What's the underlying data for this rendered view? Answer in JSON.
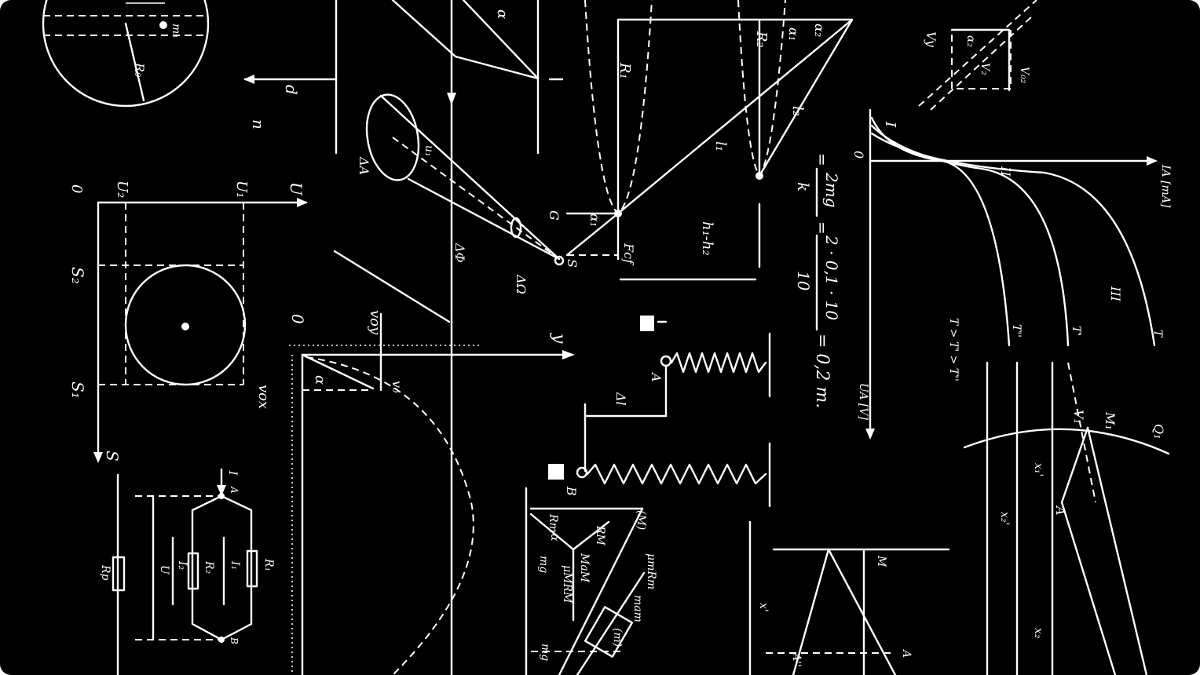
{
  "image": {
    "description_colors": {
      "background": "#000000",
      "ink": "#ffffff",
      "page": "#ffffff"
    }
  },
  "labels": {
    "u_axis": "U",
    "u1": "U₁",
    "u2": "U₂",
    "zero_a": "0",
    "s_axis": "S",
    "s1": "S₁",
    "s2": "S₂",
    "r0": "R₀",
    "m1": "m₁",
    "d": "d",
    "n": "n",
    "dA": "ΔA",
    "dphi": "ΔΦ",
    "dOmega": "ΔΩ",
    "u_t": "u₁",
    "alpha_cone": "α",
    "R1": "R₁",
    "R2": "R₂",
    "a1": "α₁",
    "a2": "α₂",
    "l1": "l₁",
    "l2": "l₂",
    "G": "G",
    "S": "S",
    "Fcf": "Fcf",
    "h1h2": "h₁-h₂",
    "alpha1": "α₁",
    "eq_top": "2mg",
    "eq_k": "k",
    "eq_eq": "=",
    "eq_num": "2 · 0,1 · 10",
    "eq_den": "10",
    "eq_res": "= 0,2 m.",
    "eq_lead": "=",
    "zero_b": "0",
    "y_axis": "y",
    "voy": "voy",
    "vox": "vox",
    "v0": "v₀",
    "alpha": "α",
    "A_spring": "A",
    "B_spring": "B",
    "dl": "Δl",
    "I": "I",
    "A_bridge": "A",
    "B_bridge": "B",
    "U_bridge": "U",
    "I1": "I₁",
    "I2": "I₂",
    "Rr": "R₂",
    "R1b": "R₁",
    "Rp": "Rp",
    "Rm": "Rm",
    "RM": "RM",
    "muRM": "μMRM",
    "MaM": "MaM",
    "mg": "mg",
    "mum": "μmRm",
    "mam": "mam",
    "m_box": "(m)",
    "M_box": "(M)",
    "alpha_b": "α",
    "I_curve": "I",
    "II_curve": "II",
    "III_curve": "III",
    "zero_c": "0",
    "ia_axis": "IA [mA]",
    "ua_axis": "UA [V]",
    "T": "T",
    "Tp": "T'",
    "Tpp": "T''",
    "Torder": "T > T' > T''",
    "vy": "Vy",
    "a2v": "α₂",
    "v2": "V₂",
    "v02": "V₀₂",
    "M1": "M₁",
    "Q1": "Q₁",
    "V1": "V₁",
    "x1p": "x₁'",
    "x2p": "x₂'",
    "A_opt": "A",
    "x2": "x₂",
    "M_mirror": "M",
    "x_prime": "x'",
    "A_pp": "A''",
    "A_m": "A"
  }
}
